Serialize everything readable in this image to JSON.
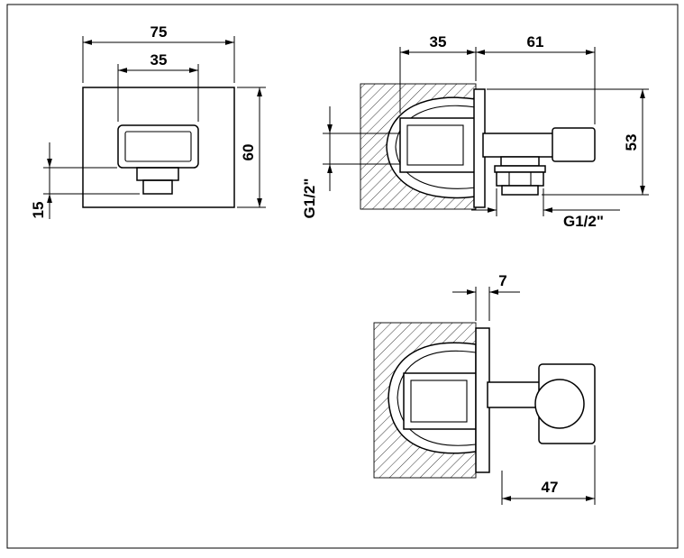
{
  "views": {
    "front": {
      "dim_width": "75",
      "dim_escutcheon_width": "35",
      "dim_height": "60",
      "dim_spout_height": "15"
    },
    "side_top": {
      "dim_recess_depth": "35",
      "dim_projection": "61",
      "dim_height": "53",
      "label_inlet_thread": "G1/2\"",
      "label_outlet_thread": "G1/2\""
    },
    "side_bottom": {
      "dim_plate_offset": "7",
      "dim_holder_projection": "47"
    }
  }
}
